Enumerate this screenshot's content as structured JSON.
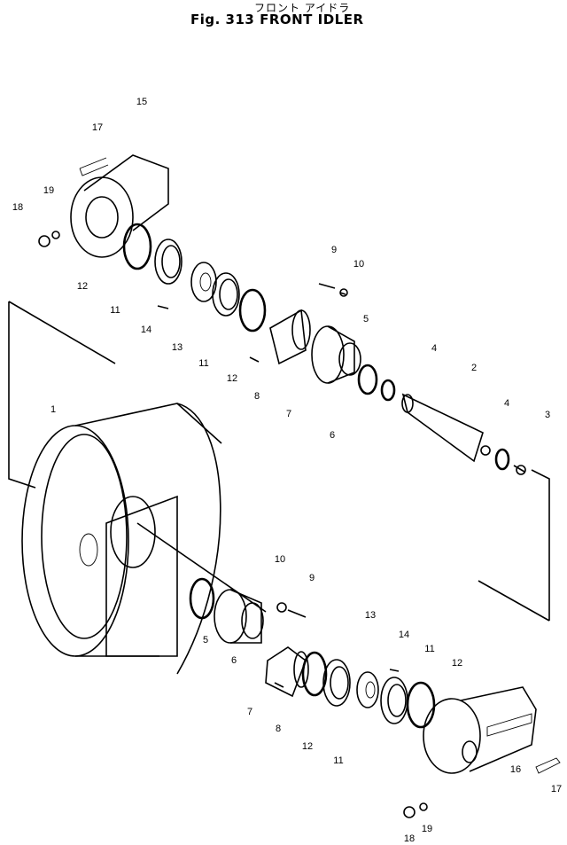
{
  "figure": {
    "subtitle_jp": "フロント アイドラ",
    "title": "Fig. 313  FRONT  IDLER"
  },
  "callouts": [
    "15",
    "17",
    "19",
    "18",
    "12",
    "11",
    "14",
    "13",
    "11",
    "12",
    "8",
    "7",
    "9",
    "10",
    "5",
    "4",
    "2",
    "6",
    "4",
    "3",
    "1",
    "10",
    "9",
    "5",
    "6",
    "7",
    "8",
    "12",
    "11",
    "13",
    "14",
    "11",
    "12",
    "16",
    "17",
    "18",
    "19"
  ]
}
